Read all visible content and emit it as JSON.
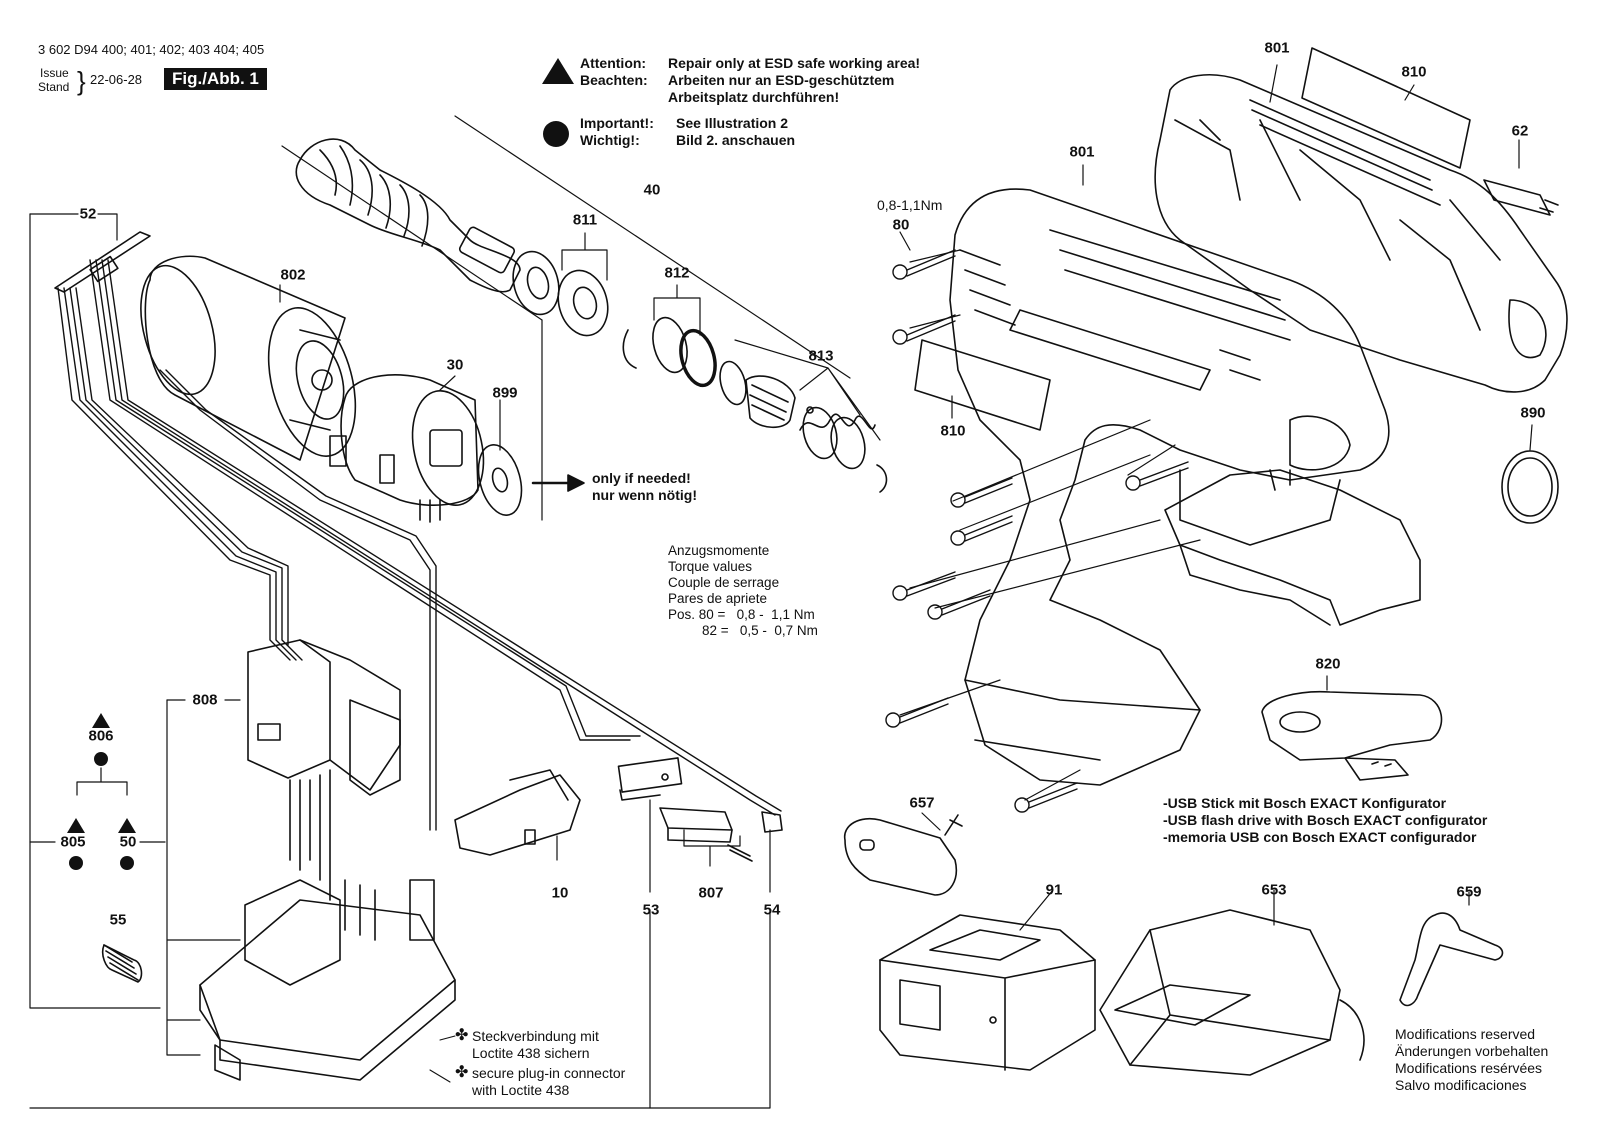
{
  "header": {
    "part_codes": "3 602 D94 400; 401; 402; 403 404; 405",
    "issue_label": "Issue",
    "stand_label": "Stand",
    "date": "22-06-28",
    "figure_label": "Fig./Abb. 1"
  },
  "notices": {
    "attention_label": "Attention:",
    "attention_text": "Repair only at ESD safe working area!",
    "beachten_label": "Beachten:",
    "beachten_text": "Arbeiten nur an ESD-geschütztem",
    "beachten_text2": "Arbeitsplatz durchführen!",
    "important_label": "Important!:",
    "important_text": "See Illustration 2",
    "wichtig_label": "Wichtig!:",
    "wichtig_text": "Bild 2. anschauen"
  },
  "only_if_needed": {
    "line1": "only if needed!",
    "line2": "nur wenn nötig!"
  },
  "torque": {
    "line1": "Anzugsmomente",
    "line2": "Torque values",
    "line3": "Couple de serrage",
    "line4": "Pares de apriete",
    "line5": "Pos. 80 =   0,8 -  1,1 Nm",
    "line6": "82 =   0,5 -  0,7 Nm"
  },
  "screw_torque_label": "0,8-1,1Nm",
  "usb_note": {
    "line1": "-USB Stick mit Bosch EXACT Konfigurator",
    "line2": "-USB flash drive with Bosch EXACT configurator",
    "line3": "-memoria USB con Bosch EXACT configurador"
  },
  "loctite_note": {
    "line1": "Steckverbindung mit",
    "line2": "Loctite 438 sichern",
    "line3": "secure plug-in connector",
    "line4": "with Loctite 438",
    "symbol": "✤"
  },
  "modifications": {
    "line1": "Modifications reserved",
    "line2": "Änderungen vorbehalten",
    "line3": "Modifications resérvées",
    "line4": "Salvo modificaciones"
  },
  "callouts": {
    "c52": "52",
    "c802": "802",
    "c30": "30",
    "c899": "899",
    "c811": "811",
    "c40": "40",
    "c812": "812",
    "c813": "813",
    "c808": "808",
    "c806": "806",
    "c805": "805",
    "c50": "50",
    "c55": "55",
    "c10": "10",
    "c53": "53",
    "c807": "807",
    "c54": "54",
    "c801a": "801",
    "c801b": "801",
    "c810a": "810",
    "c810b": "810",
    "c62": "62",
    "c80": "80",
    "c890": "890",
    "c820": "820",
    "c657": "657",
    "c91": "91",
    "c653": "653",
    "c659": "659"
  }
}
